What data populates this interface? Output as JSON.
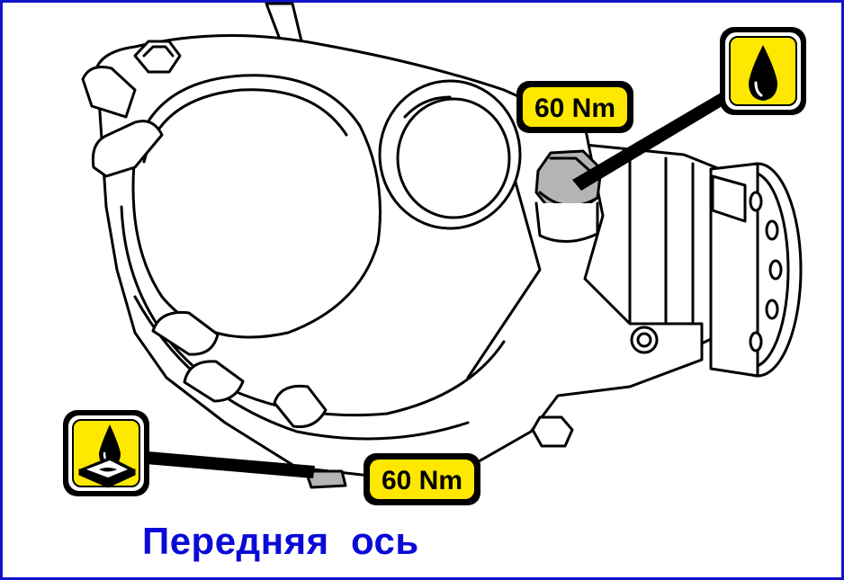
{
  "labels": {
    "torque_top": "60 Nm",
    "torque_bottom": "60 Nm"
  },
  "caption": "Передняя  ось",
  "icons": {
    "fill_plug": "oil-drop-icon",
    "drain_plug": "oil-drain-pan-icon"
  },
  "colors": {
    "frame": "#1414c8",
    "label_fill": "#ffe800",
    "caption": "#0a0ad8",
    "bolt_highlight": "#b4b4b4"
  }
}
